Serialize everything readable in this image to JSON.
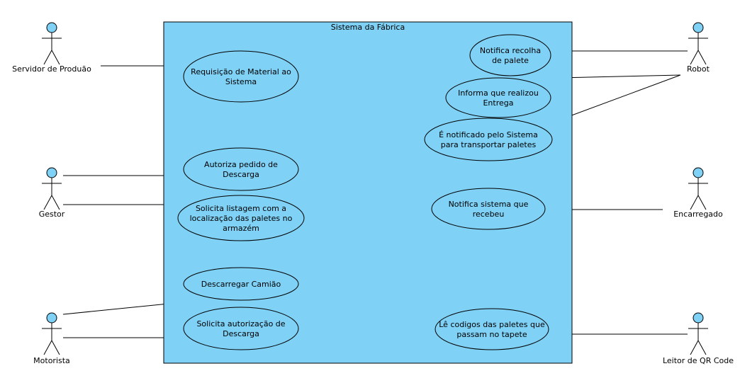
{
  "system": {
    "title": "Sistema da Fábrica",
    "fill": "#7fd1f6"
  },
  "actor_color": "#7fd1f6",
  "actors": [
    {
      "id": "servidor",
      "label": "Servidor de Produão"
    },
    {
      "id": "gestor",
      "label": "Gestor"
    },
    {
      "id": "motorista",
      "label": "Motorista"
    },
    {
      "id": "robot",
      "label": "Robot"
    },
    {
      "id": "encarregado",
      "label": "Encarregado"
    },
    {
      "id": "leitor",
      "label": "Leitor de QR Code"
    }
  ],
  "use_cases": [
    {
      "id": "uc1",
      "lines": [
        "Requisição de Material ao",
        "Sistema"
      ]
    },
    {
      "id": "uc2",
      "lines": [
        "Autoriza pedido de",
        "Descarga"
      ]
    },
    {
      "id": "uc3",
      "lines": [
        "Solicita listagem com a",
        "localização das paletes no",
        "armazém"
      ]
    },
    {
      "id": "uc4",
      "lines": [
        "Descarregar Camião"
      ]
    },
    {
      "id": "uc5",
      "lines": [
        "Solicita autorização de",
        "Descarga"
      ]
    },
    {
      "id": "uc6",
      "lines": [
        "Notifica recolha",
        "de palete"
      ]
    },
    {
      "id": "uc7",
      "lines": [
        "Informa que realizou",
        "Entrega"
      ]
    },
    {
      "id": "uc8",
      "lines": [
        "É notificado pelo Sistema",
        "para transportar paletes"
      ]
    },
    {
      "id": "uc9",
      "lines": [
        "Notifica sistema que",
        "recebeu"
      ]
    },
    {
      "id": "uc10",
      "lines": [
        "Lê codigos das paletes que",
        "passam no tapete"
      ]
    }
  ],
  "associations": [
    {
      "actor": "servidor",
      "use_case": "uc1"
    },
    {
      "actor": "gestor",
      "use_case": "uc2"
    },
    {
      "actor": "gestor",
      "use_case": "uc3"
    },
    {
      "actor": "motorista",
      "use_case": "uc4"
    },
    {
      "actor": "motorista",
      "use_case": "uc5"
    },
    {
      "actor": "robot",
      "use_case": "uc6"
    },
    {
      "actor": "robot",
      "use_case": "uc7"
    },
    {
      "actor": "robot",
      "use_case": "uc8"
    },
    {
      "actor": "encarregado",
      "use_case": "uc9"
    },
    {
      "actor": "leitor",
      "use_case": "uc10"
    }
  ]
}
